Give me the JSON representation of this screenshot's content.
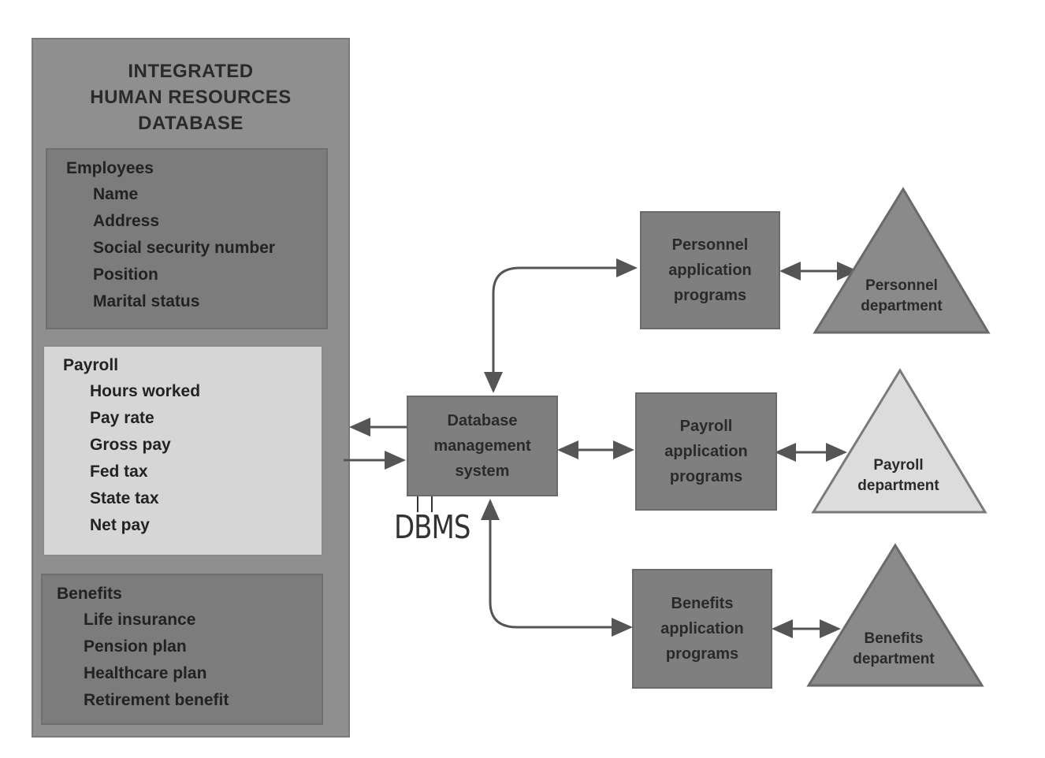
{
  "database": {
    "title": "INTEGRATED\nHUMAN RESOURCES\nDATABASE",
    "employees": {
      "title": "Employees",
      "fields": [
        "Name",
        "Address",
        "Social security number",
        "Position",
        "Marital status"
      ]
    },
    "payroll": {
      "title": "Payroll",
      "fields": [
        "Hours worked",
        "Pay rate",
        "Gross pay",
        "Fed tax",
        "State tax",
        "Net pay"
      ]
    },
    "benefits": {
      "title": "Benefits",
      "fields": [
        "Life insurance",
        "Pension plan",
        "Healthcare plan",
        "Retirement benefit"
      ]
    }
  },
  "dbms": {
    "label": "Database\nmanagement\nsystem",
    "annotation": "DBMS"
  },
  "applications": [
    {
      "label": "Personnel\napplication\nprograms"
    },
    {
      "label": "Payroll\napplication\nprograms"
    },
    {
      "label": "Benefits\napplication\nprograms"
    }
  ],
  "departments": [
    {
      "label": "Personnel\ndepartment"
    },
    {
      "label": "Payroll\ndepartment"
    },
    {
      "label": "Benefits\ndepartment"
    }
  ],
  "colors": {
    "dark_fill": "#7f7f7f",
    "light_fill": "#d6d6d6",
    "line": "#555555"
  }
}
